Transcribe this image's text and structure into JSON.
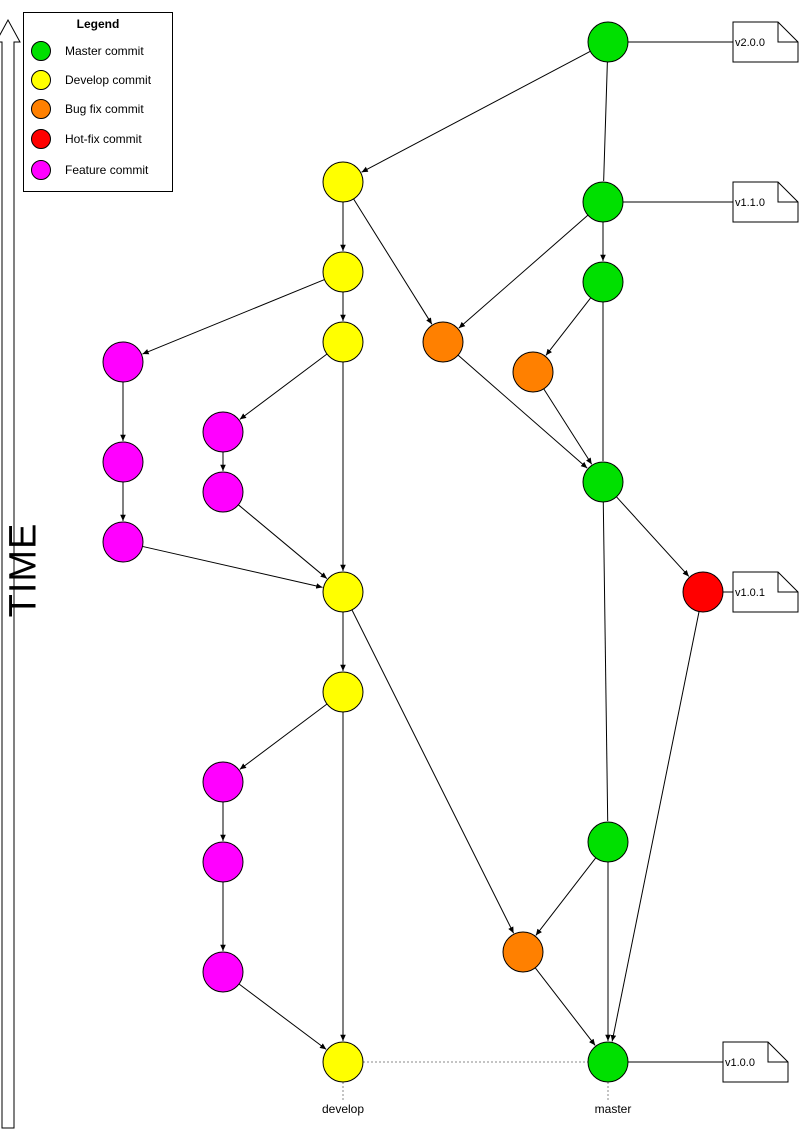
{
  "time_label": "TIME",
  "legend": {
    "title": "Legend",
    "items": [
      {
        "label": "Master commit",
        "color": "#00e000"
      },
      {
        "label": "Develop commit",
        "color": "#ffff00"
      },
      {
        "label": "Bug fix commit",
        "color": "#ff8000"
      },
      {
        "label": "Hot-fix commit",
        "color": "#ff0000"
      },
      {
        "label": "Feature commit",
        "color": "#ff00ff"
      }
    ]
  },
  "colors": {
    "master": "#00e000",
    "develop": "#ffff00",
    "bugfix": "#ff8000",
    "hotfix": "#ff0000",
    "feature": "#ff00ff"
  },
  "tags": [
    "v2.0.0",
    "v1.1.0",
    "v1.0.1",
    "v1.0.0"
  ],
  "branch_labels": [
    "develop",
    "master"
  ]
}
